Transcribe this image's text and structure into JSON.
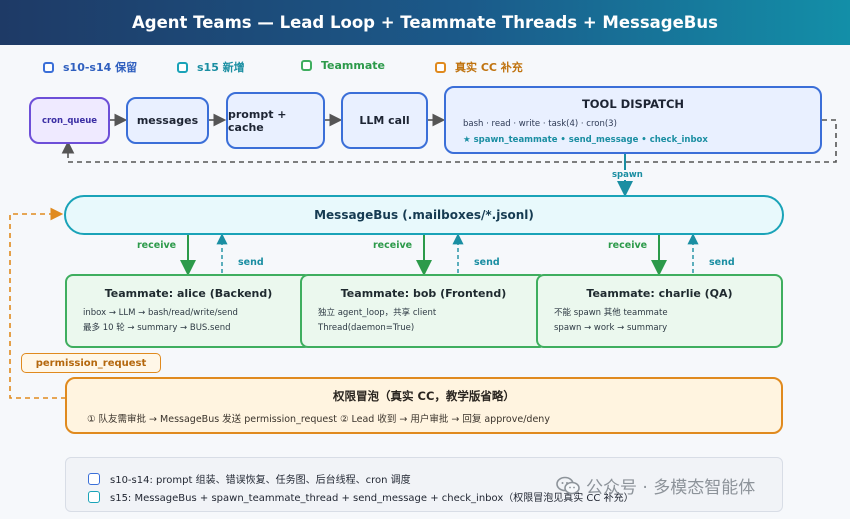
{
  "title": "Agent Teams — Lead Loop + Teammate Threads + MessageBus",
  "legend": [
    {
      "label": "s10-s14 保留",
      "color": "#3b6fd8"
    },
    {
      "label": "s15 新增",
      "color": "#1aa3b8"
    },
    {
      "label": "Teammate",
      "color": "#3fae5f"
    },
    {
      "label": "真实 CC 补充",
      "color": "#e08a1e"
    }
  ],
  "lead_loop": {
    "cron_queue": "cron_queue",
    "messages": "messages",
    "prompt_cache": "prompt + cache",
    "llm_call": "LLM call",
    "dispatch": {
      "title": "TOOL DISPATCH",
      "tools": "bash · read · write · task(4) · cron(3)",
      "new_tools": "★ spawn_teammate • send_message • check_inbox"
    }
  },
  "spawn_label": "spawn",
  "bus": {
    "label": "MessageBus (.mailboxes/*.jsonl)"
  },
  "receive_label": "receive",
  "send_label": "send",
  "teammates": [
    {
      "title": "Teammate: alice (Backend)",
      "line1": "inbox → LLM → bash/read/write/send",
      "line2": "最多 10 轮 → summary → BUS.send"
    },
    {
      "title": "Teammate: bob (Frontend)",
      "line1": "独立 agent_loop，共享 client",
      "line2": "Thread(daemon=True)"
    },
    {
      "title": "Teammate: charlie (QA)",
      "line1": "不能 spawn 其他 teammate",
      "line2": "spawn → work → summary"
    }
  ],
  "permission_tag": "permission_request",
  "permission": {
    "title": "权限冒泡（真实 CC，教学版省略）",
    "desc": "① 队友需审批 → MessageBus 发送 permission_request ② Lead 收到 → 用户审批 → 回复 approve/deny"
  },
  "footer": [
    {
      "text": "s10-s14: prompt 组装、错误恢复、任务图、后台线程、cron 调度",
      "color": "#3b6fd8"
    },
    {
      "text": "s15: MessageBus + spawn_teammate_thread + send_message + check_inbox（权限冒泡见真实 CC 补充）",
      "color": "#1aa3b8"
    }
  ],
  "watermark": "公众号 · 多模态智能体"
}
